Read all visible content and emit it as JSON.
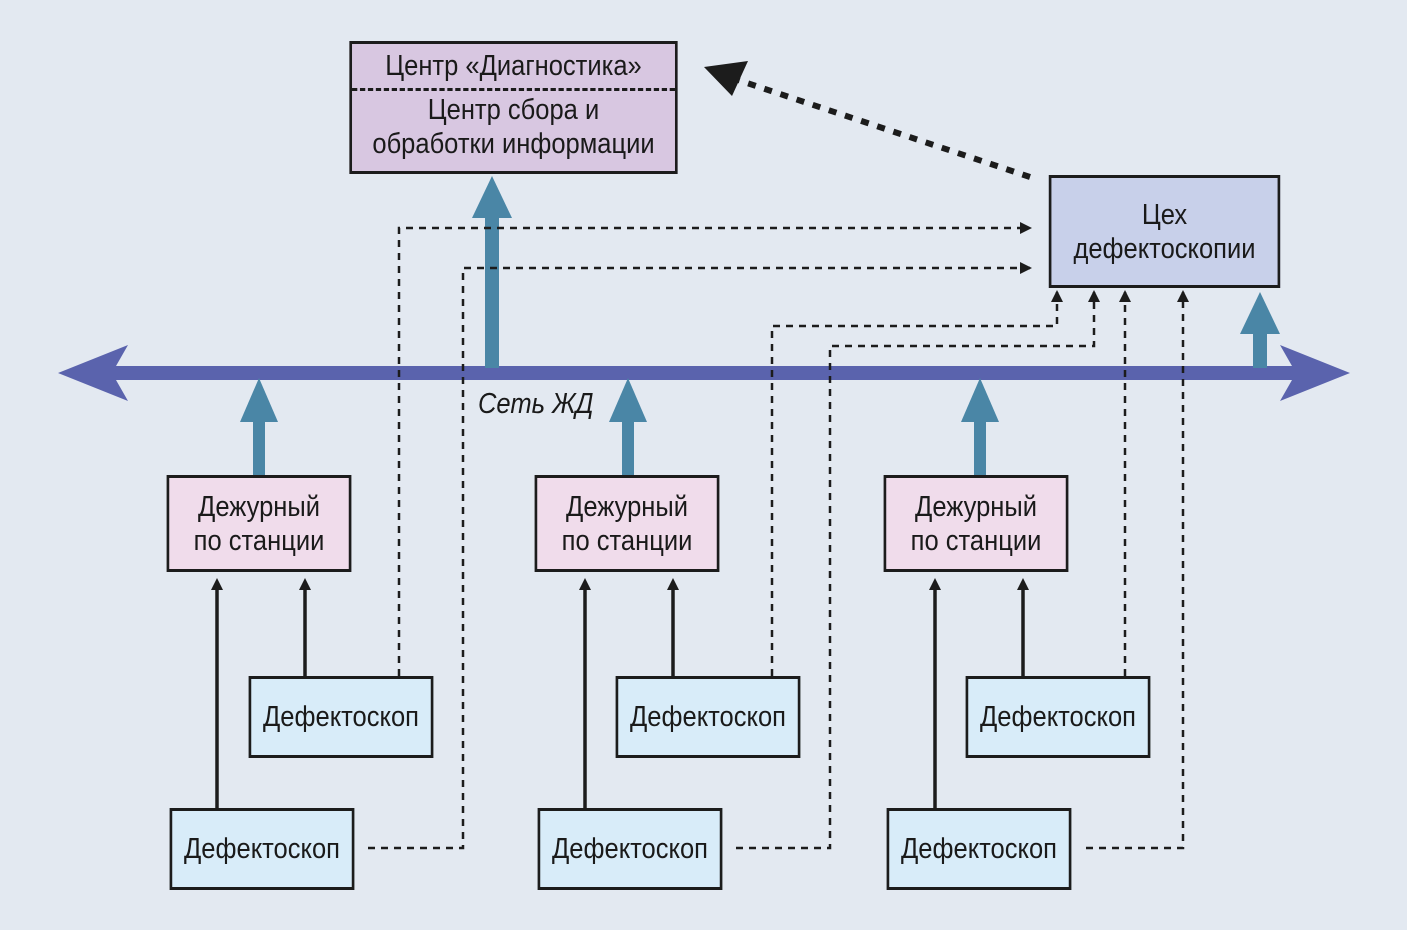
{
  "center": {
    "title": "Центр «Диагностика»",
    "line1": "Центр сбора и",
    "line2": "обработки информации"
  },
  "shop": {
    "line1": "Цех",
    "line2": "дефектоскопии"
  },
  "network": {
    "label": "Сеть ЖД"
  },
  "stations": [
    {
      "duty_line1": "Дежурный",
      "duty_line2": "по станции",
      "detector_upper": "Дефектоскоп",
      "detector_lower": "Дефектоскоп"
    },
    {
      "duty_line1": "Дежурный",
      "duty_line2": "по станции",
      "detector_upper": "Дефектоскоп",
      "detector_lower": "Дефектоскоп"
    },
    {
      "duty_line1": "Дежурный",
      "duty_line2": "по станции",
      "detector_upper": "Дефектоскоп",
      "detector_lower": "Дефектоскоп"
    }
  ],
  "colors": {
    "background": "#e3e9f1",
    "network_line": "#5a63ad",
    "uplink_arrow": "#4a86a6",
    "center_fill": "#d8c7e1",
    "shop_fill": "#c8d0ea",
    "duty_fill": "#f0dceb",
    "detector_fill": "#d8ecf9"
  }
}
